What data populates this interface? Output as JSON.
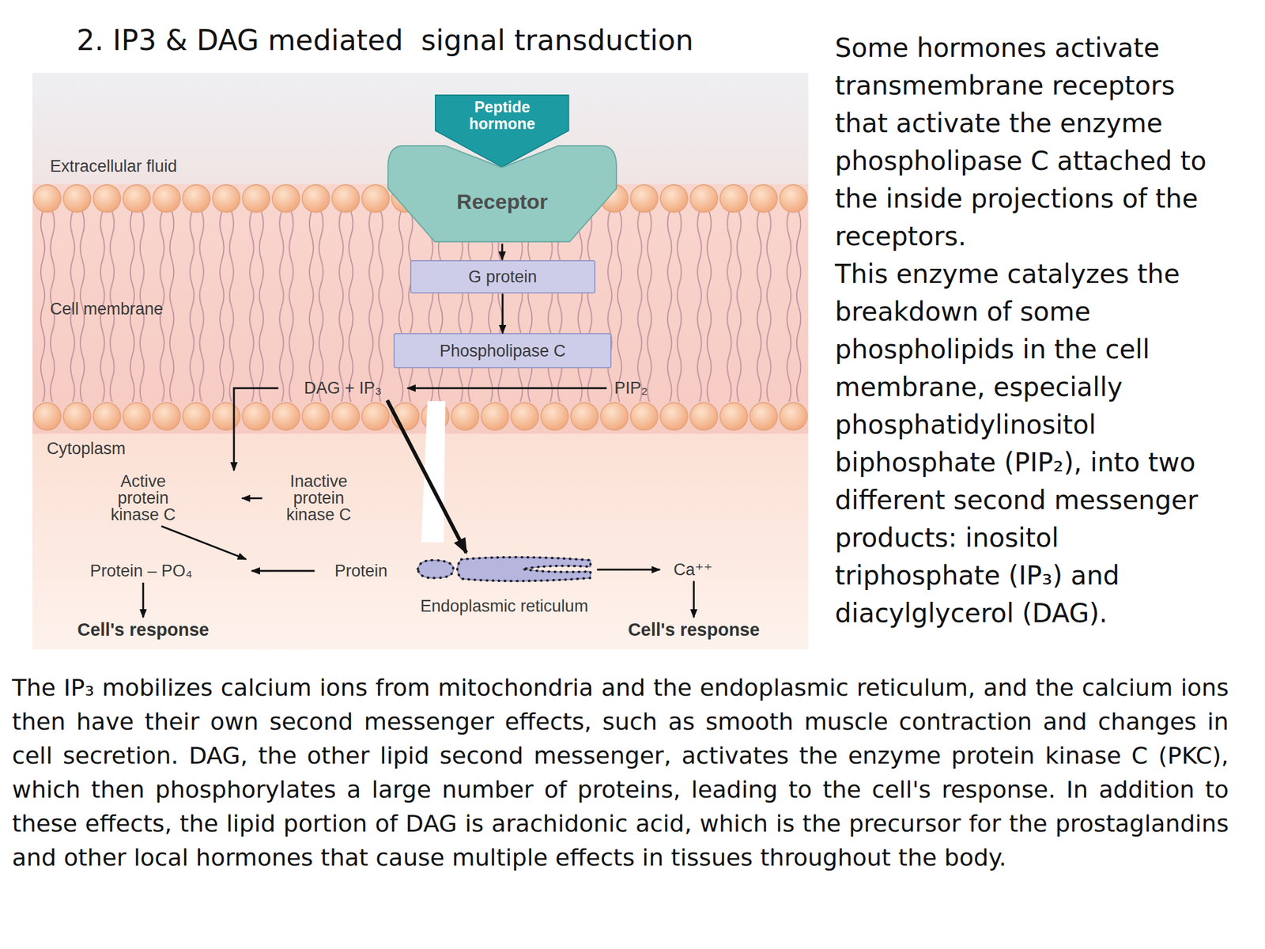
{
  "diagram": {
    "title": "2. IP3 & DAG mediated  signal transduction",
    "nodes": [
      {
        "text": [
          "Peptide hormone"
        ]
      },
      {
        "text": [
          "Receptor"
        ]
      },
      {
        "text": [
          "G protein"
        ]
      },
      {
        "text": [
          "Phospholipase C"
        ]
      },
      {
        "text": [
          "PIP₂"
        ]
      },
      {
        "text": [
          "DAG + IP₃"
        ]
      },
      {
        "text": [
          "Inactive protein kinase C"
        ]
      },
      {
        "text": [
          "Active protein kinase C"
        ]
      },
      {
        "text": [
          "Protein"
        ]
      },
      {
        "text": [
          "Protein – PO₄"
        ]
      },
      {
        "text": [
          "Endoplasmic reticulum"
        ]
      },
      {
        "text": [
          "Ca⁺⁺"
        ]
      },
      {
        "text": [
          "Cell's response"
        ]
      },
      {
        "text": [
          "Cell's response"
        ]
      }
    ],
    "edges": [
      {
        "from": 1,
        "to": 2,
        "arrow": "to"
      },
      {
        "from": 2,
        "to": 3,
        "arrow": "to"
      },
      {
        "from": 4,
        "to": 5,
        "arrow": "to"
      },
      {
        "from": 5,
        "to": 7,
        "arrow": "to"
      },
      {
        "from": 6,
        "to": 7,
        "arrow": "to"
      },
      {
        "from": 7,
        "to": 9,
        "arrow": "to"
      },
      {
        "from": 8,
        "to": 9,
        "arrow": "to"
      },
      {
        "from": 9,
        "to": 12,
        "arrow": "to"
      },
      {
        "from": 5,
        "to": 10,
        "arrow": "to"
      },
      {
        "from": 10,
        "to": 11,
        "arrow": "to"
      },
      {
        "from": 11,
        "to": 13,
        "arrow": "to"
      }
    ],
    "labels": [
      "Extracellular fluid",
      "Cell membrane",
      "Cytoplasm",
      "Some hormones activate transmembrane receptors that activate the enzyme phospholipase C attached to the inside projections of the receptors.",
      "This enzyme catalyzes the breakdown of some phospholipids in the cell membrane, especially phosphatidylinositol biphosphate (PIP₂), into two different second messenger products: inositol triphosphate (IP₃) and diacylglycerol (DAG).",
      "The IP₃ mobilizes calcium ions from mitochondria and the endoplasmic reticulum, and the calcium ions then have their own second messenger effects, such as smooth muscle contraction and changes in cell secretion. DAG, the other lipid second messenger, activates the enzyme protein kinase C (PKC), which then phosphorylates a large number of proteins, leading to the cell's response. In addition to these effects, the lipid portion of DAG is arachidonic acid, which is the precursor for the prostaglandins and other local hormones that cause multiple effects in tissues throughout the body."
    ]
  }
}
